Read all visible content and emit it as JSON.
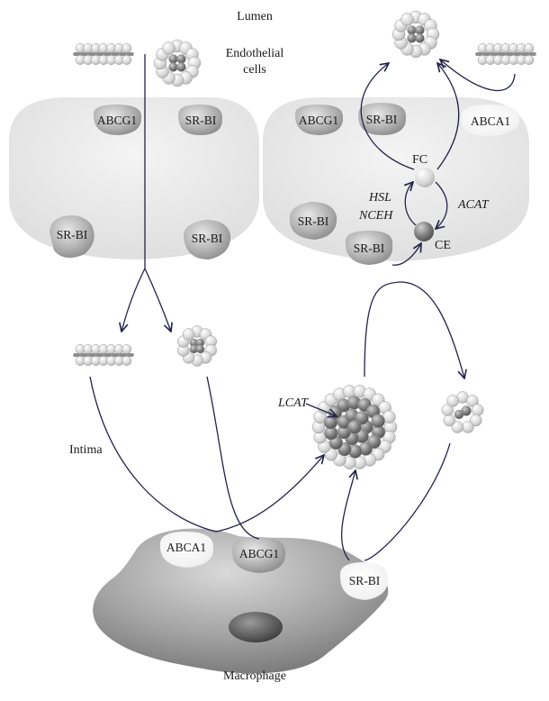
{
  "labels": {
    "lumen": "Lumen",
    "endothelial_line1": "Endothelial",
    "endothelial_line2": "cells",
    "intima": "Intima",
    "macrophage": "Macrophage",
    "fc": "FC",
    "ce": "CE",
    "hsl": "HSL",
    "nceh": "NCEH",
    "acat": "ACAT",
    "lcat": "LCAT"
  },
  "receptors": {
    "left_abcg1": "ABCG1",
    "left_srbi_top": "SR-BI",
    "left_srbi_bl": "SR-BI",
    "left_srbi_br": "SR-BI",
    "right_abcg1": "ABCG1",
    "right_srbi_top": "SR-BI",
    "right_abca1": "ABCA1",
    "right_srbi_bl": "SR-BI",
    "right_srbi_bc": "SR-BI",
    "mac_abca1": "ABCA1",
    "mac_abcg1": "ABCG1",
    "mac_srbi": "SR-BI"
  },
  "colors": {
    "arrow": "#22224a",
    "cell_fill": "#e9e9e9",
    "receptor_fill": "#a9a9a9",
    "receptor_light": "#f4f4f4",
    "macrophage_fill": "#a6a6a6",
    "sphere_light": "#dcdcdc",
    "sphere_dark": "#7a7a7a"
  }
}
